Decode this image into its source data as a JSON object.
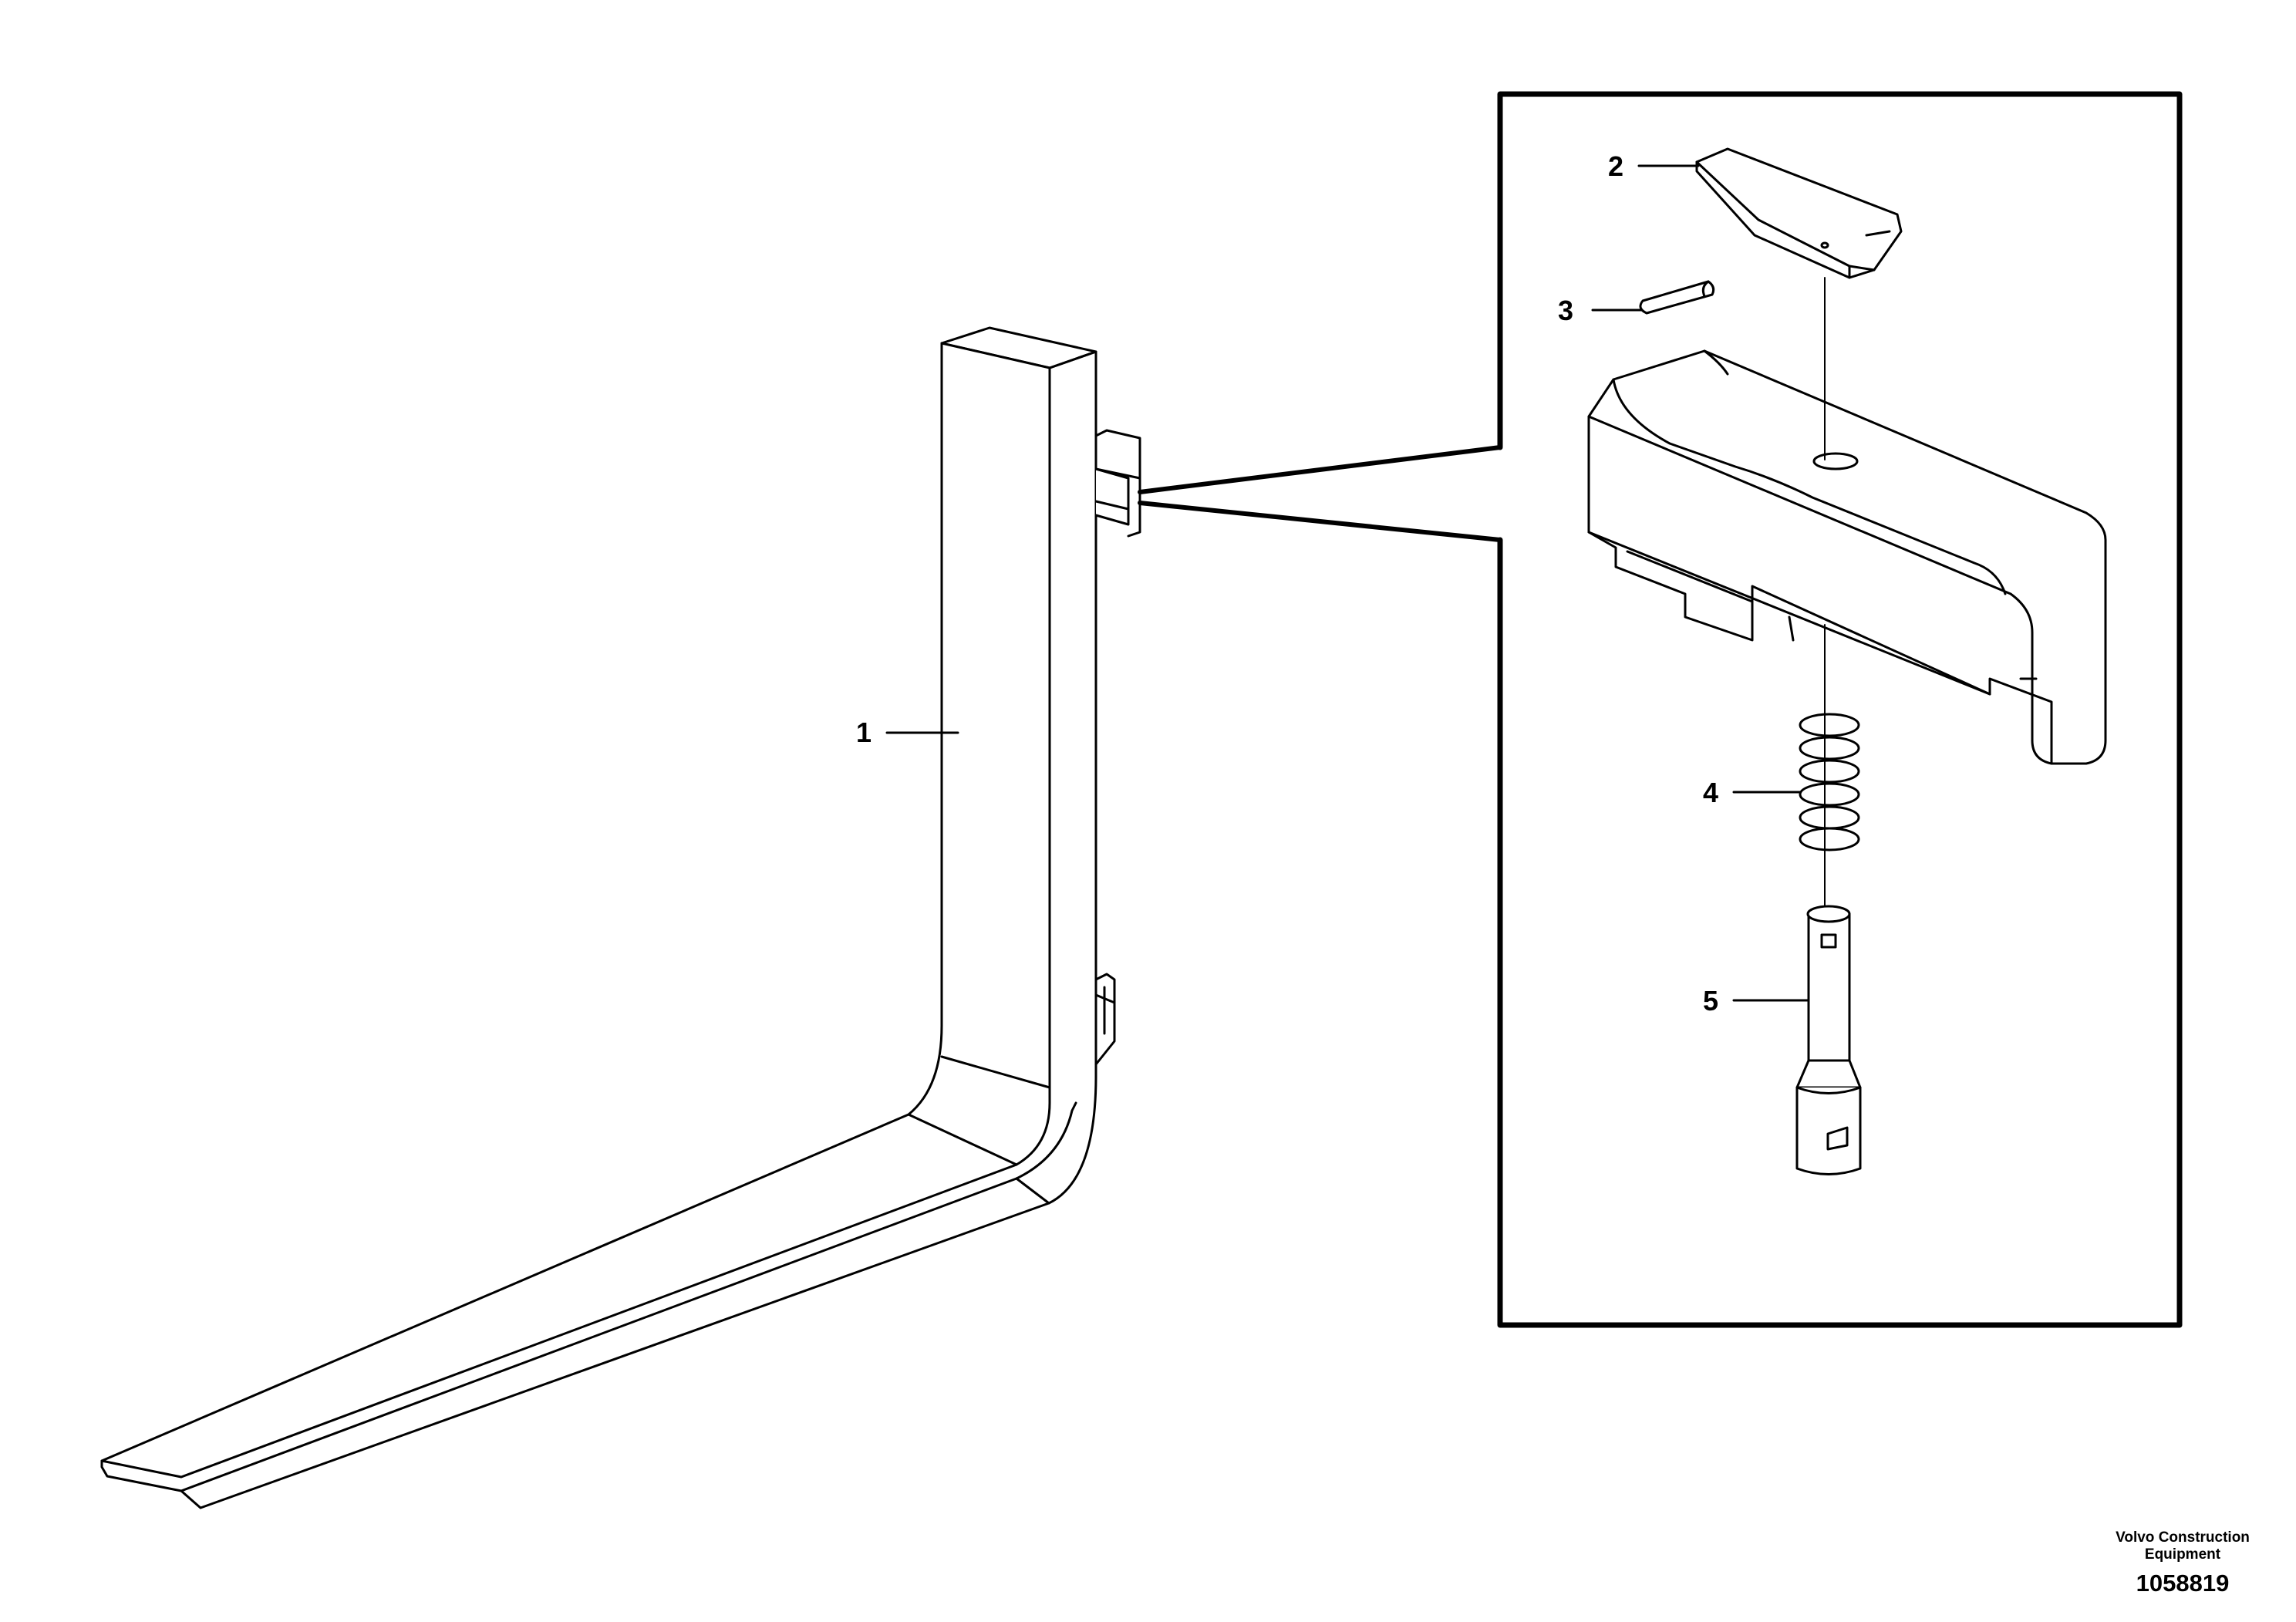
{
  "diagram": {
    "callouts": [
      {
        "id": "1",
        "label": "1"
      },
      {
        "id": "2",
        "label": "2"
      },
      {
        "id": "3",
        "label": "3"
      },
      {
        "id": "4",
        "label": "4"
      },
      {
        "id": "5",
        "label": "5"
      }
    ]
  },
  "credit": {
    "line1": "Volvo Construction",
    "line2": "Equipment",
    "drawing_number": "1058819"
  }
}
